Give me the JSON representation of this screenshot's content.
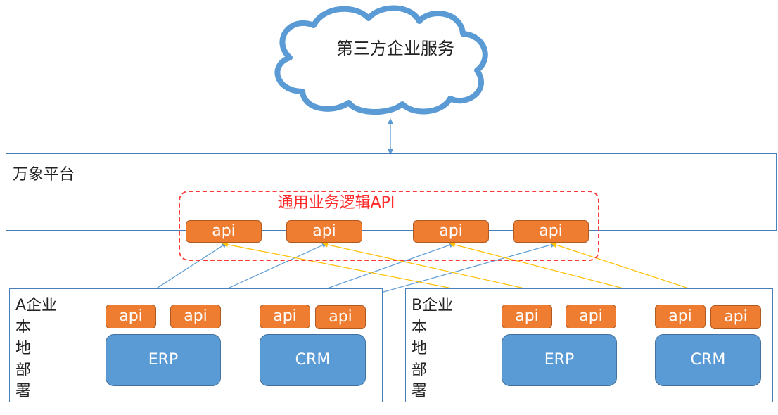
{
  "cloud": {
    "label": "第三方企业服务"
  },
  "platform": {
    "title": "万象平台",
    "api_group_title": "通用业务逻辑API",
    "apis": [
      "api",
      "api",
      "api",
      "api"
    ]
  },
  "enterprise_a": {
    "label_chars": [
      "A企业",
      "本",
      "地",
      "部",
      "署"
    ],
    "erp": {
      "label": "ERP",
      "apis": [
        "api",
        "api"
      ]
    },
    "crm": {
      "label": "CRM",
      "apis": [
        "api",
        "api"
      ]
    }
  },
  "enterprise_b": {
    "label_chars": [
      "B企业",
      "本",
      "地",
      "部",
      "署"
    ],
    "erp": {
      "label": "ERP",
      "apis": [
        "api",
        "api"
      ]
    },
    "crm": {
      "label": "CRM",
      "apis": [
        "api",
        "api"
      ]
    }
  },
  "colors": {
    "cloud_outline": "#5b9bd5",
    "api_fill": "#ee7d31",
    "system_fill": "#5b9bd5",
    "group_dash": "#ff3b3b",
    "link_blue": "#5b9bd5",
    "link_yellow": "#ffc000"
  }
}
